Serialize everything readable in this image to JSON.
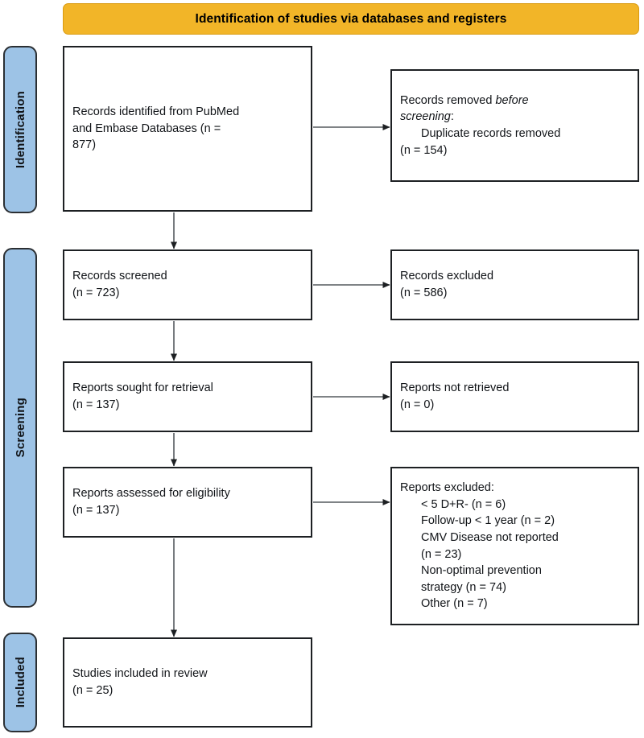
{
  "header": {
    "title": "Identification of studies via databases and registers",
    "background_color": "#F2B528"
  },
  "stages": {
    "identification": "Identification",
    "screening": "Screening",
    "included": "Included",
    "background_color": "#9DC3E6"
  },
  "boxes": {
    "identified": {
      "line1": "Records identified from PubMed",
      "line2": "and Embase Databases (n =",
      "line3": "877)"
    },
    "removed_before_screening": {
      "line1_pre": "Records removed ",
      "line1_em": "before",
      "line2_em": "screening",
      "line2_post": ":",
      "line3": "Duplicate records removed",
      "line4": "(n = 154)"
    },
    "records_screened": {
      "line1": "Records screened",
      "line2": "(n = 723)"
    },
    "records_excluded": {
      "line1": "Records excluded",
      "line2": "(n = 586)"
    },
    "reports_sought": {
      "line1": "Reports sought for retrieval",
      "line2": "(n = 137)"
    },
    "reports_not_retrieved": {
      "line1": "Reports not retrieved",
      "line2": "(n = 0)"
    },
    "reports_assessed": {
      "line1": "Reports assessed for eligibility",
      "line2": "(n = 137)"
    },
    "reports_excluded": {
      "heading": "Reports excluded:",
      "item1": "< 5 D+R- (n = 6)",
      "item2": "Follow-up < 1 year (n = 2)",
      "item3": "CMV Disease not reported",
      "item4": "(n = 23)",
      "item5": "Non-optimal prevention",
      "item6": "strategy (n = 74)",
      "item7": "Other (n = 7)"
    },
    "studies_included": {
      "line1": "Studies included in review",
      "line2": "(n = 25)"
    }
  },
  "chart_data": {
    "type": "diagram",
    "title": "Identification of studies via databases and registers",
    "nodes": [
      {
        "id": "identified",
        "stage": "Identification",
        "label": "Records identified from PubMed and Embase Databases",
        "n": 877
      },
      {
        "id": "removed",
        "stage": "Identification",
        "label": "Records removed before screening: Duplicate records removed",
        "n": 154
      },
      {
        "id": "screened",
        "stage": "Screening",
        "label": "Records screened",
        "n": 723
      },
      {
        "id": "excluded",
        "stage": "Screening",
        "label": "Records excluded",
        "n": 586
      },
      {
        "id": "sought",
        "stage": "Screening",
        "label": "Reports sought for retrieval",
        "n": 137
      },
      {
        "id": "not_retrieved",
        "stage": "Screening",
        "label": "Reports not retrieved",
        "n": 0
      },
      {
        "id": "assessed",
        "stage": "Screening",
        "label": "Reports assessed for eligibility",
        "n": 137
      },
      {
        "id": "reports_excluded",
        "stage": "Screening",
        "label": "Reports excluded",
        "reasons": [
          {
            "reason": "< 5 D+R-",
            "n": 6
          },
          {
            "reason": "Follow-up < 1 year",
            "n": 2
          },
          {
            "reason": "CMV Disease not reported",
            "n": 23
          },
          {
            "reason": "Non-optimal prevention strategy",
            "n": 74
          },
          {
            "reason": "Other",
            "n": 7
          }
        ]
      },
      {
        "id": "included",
        "stage": "Included",
        "label": "Studies included in review",
        "n": 25
      }
    ],
    "edges": [
      {
        "from": "identified",
        "to": "removed",
        "direction": "right"
      },
      {
        "from": "identified",
        "to": "screened",
        "direction": "down"
      },
      {
        "from": "screened",
        "to": "excluded",
        "direction": "right"
      },
      {
        "from": "screened",
        "to": "sought",
        "direction": "down"
      },
      {
        "from": "sought",
        "to": "not_retrieved",
        "direction": "right"
      },
      {
        "from": "sought",
        "to": "assessed",
        "direction": "down"
      },
      {
        "from": "assessed",
        "to": "reports_excluded",
        "direction": "right"
      },
      {
        "from": "assessed",
        "to": "included",
        "direction": "down"
      }
    ]
  }
}
